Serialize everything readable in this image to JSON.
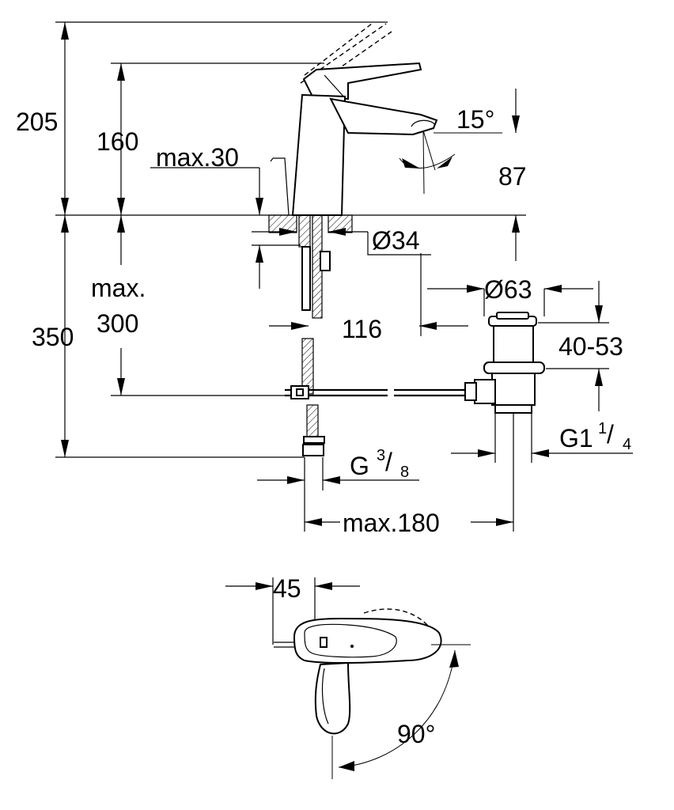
{
  "dimensions": {
    "d205": "205",
    "d160": "160",
    "max30": "max.30",
    "angle15": "15°",
    "d87": "87",
    "dia34": "Ø34",
    "max_label": "max.",
    "d300": "300",
    "d350": "350",
    "d116": "116",
    "dia63": "Ø63",
    "d4053": "40-53",
    "g38_base": "G",
    "g38_num": "3",
    "g38_slash": "/",
    "g38_den": "8",
    "g114_base": "G1",
    "g114_num": "1",
    "g114_slash": "/",
    "g114_den": "4",
    "max180": "max.180",
    "d45": "45",
    "angle90": "90°"
  }
}
